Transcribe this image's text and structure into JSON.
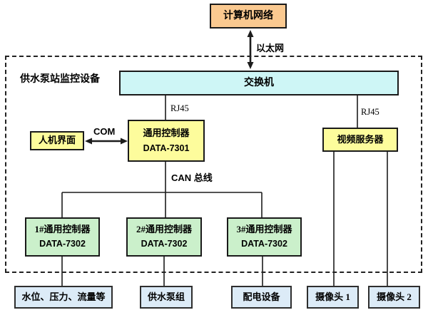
{
  "diagram": {
    "external": {
      "computer_network": "计算机网络",
      "ethernet_label": "以太网"
    },
    "enclosure": {
      "title": "供水泵站监控设备",
      "switch_label": "交换机",
      "rj45_left": "RJ45",
      "rj45_right": "RJ45",
      "hmi_label": "人机界面",
      "com_label": "COM",
      "main_controller": {
        "name": "通用控制器",
        "model": "DATA-7301"
      },
      "can_bus_label": "CAN 总线",
      "video_server_label": "视频服务器",
      "sub_controllers": [
        {
          "name": "1#通用控制器",
          "model": "DATA-7302"
        },
        {
          "name": "2#通用控制器",
          "model": "DATA-7302"
        },
        {
          "name": "3#通用控制器",
          "model": "DATA-7302"
        }
      ]
    },
    "field_devices": [
      {
        "label": "水位、压力、流量等"
      },
      {
        "label": "供水泵组"
      },
      {
        "label": "配电设备"
      },
      {
        "label": "摄像头 1"
      },
      {
        "label": "摄像头 2"
      }
    ],
    "colors": {
      "external_fill": "#FAC990",
      "switch_fill": "#CEF6F6",
      "controller_fill": "#FDFC9C",
      "sub_fill": "#CBF0CB",
      "device_fill": "#DCEBF7",
      "line": "#1C1C1C"
    }
  }
}
